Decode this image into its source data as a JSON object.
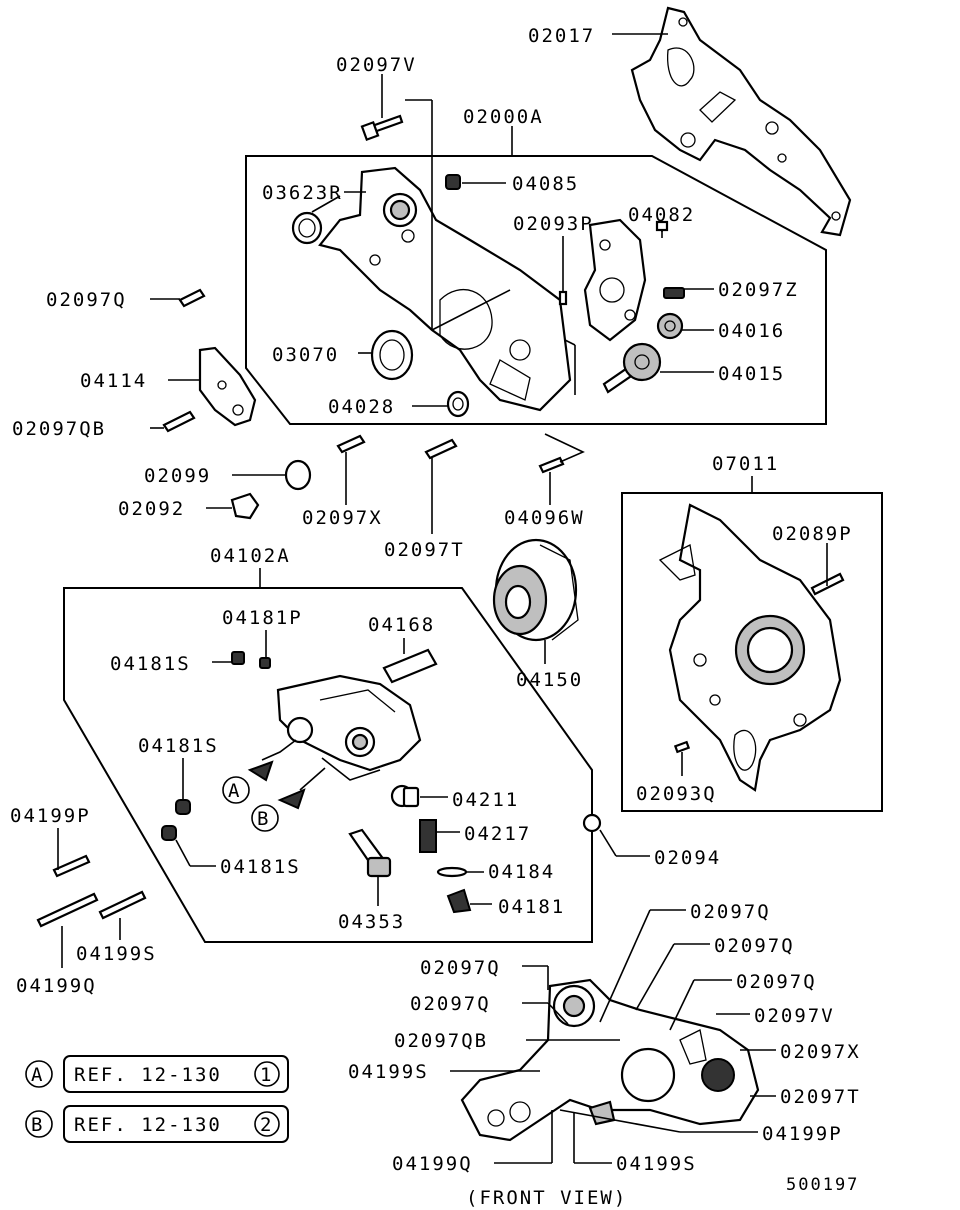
{
  "labels": {
    "l02017": "02017",
    "l02097V_top": "02097V",
    "l02000A": "02000A",
    "l03623R": "03623R",
    "l04085": "04085",
    "l02093P": "02093P",
    "l04082": "04082",
    "l02097Z": "02097Z",
    "l02097Q_left": "02097Q",
    "l04016": "04016",
    "l03070": "03070",
    "l04015": "04015",
    "l04114": "04114",
    "l04028": "04028",
    "l02097QB_left": "02097QB",
    "l02099": "02099",
    "l02092": "02092",
    "l02097X_mid": "02097X",
    "l04096W": "04096W",
    "l07011": "07011",
    "l02097T_mid": "02097T",
    "l02089P": "02089P",
    "l04102A": "04102A",
    "l04181P": "04181P",
    "l04168": "04168",
    "l04181S_a": "04181S",
    "l04150": "04150",
    "l04181S_b": "04181S",
    "l02093Q": "02093Q",
    "l04211": "04211",
    "l04199P_left": "04199P",
    "l04217": "04217",
    "l02094": "02094",
    "l04181S_c": "04181S",
    "l04184": "04184",
    "l04181": "04181",
    "l04353": "04353",
    "l04199S_left": "04199S",
    "l04199Q_left": "04199Q",
    "fv_02097Q_1": "02097Q",
    "fv_02097Q_2": "02097Q",
    "fv_02097Q_3": "02097Q",
    "fv_02097Q_4": "02097Q",
    "fv_02097Q_5": "02097Q",
    "fv_02097V": "02097V",
    "fv_02097QB": "02097QB",
    "fv_02097X": "02097X",
    "fv_04199S_a": "04199S",
    "fv_02097T": "02097T",
    "fv_04199P": "04199P",
    "fv_04199Q": "04199Q",
    "fv_04199S_b": "04199S",
    "front_view": "(FRONT VIEW)",
    "diagram_number": "500197"
  },
  "refs": {
    "a_letter": "A",
    "b_letter": "B",
    "a_ref": "REF. 12-130",
    "a_num": "1",
    "b_ref": "REF. 12-130",
    "b_num": "2"
  }
}
